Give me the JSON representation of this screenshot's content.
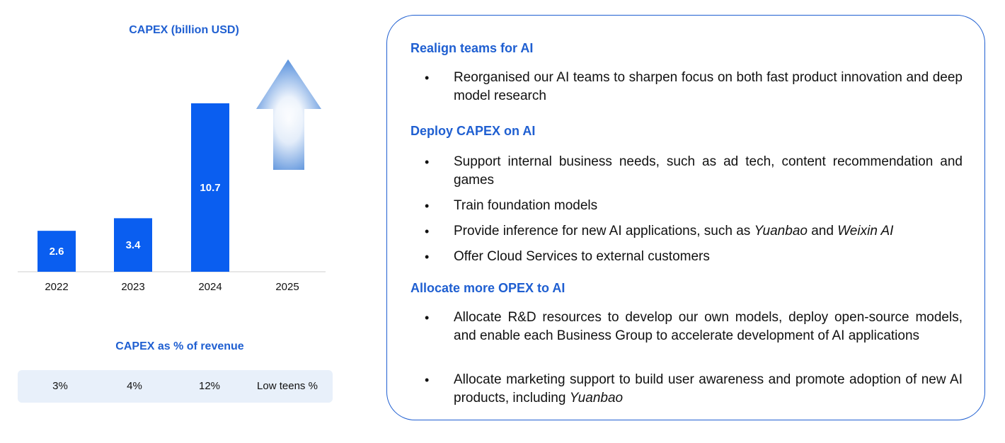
{
  "chart_data": {
    "type": "bar",
    "title": "CAPEX (billion USD)",
    "categories": [
      "2022",
      "2023",
      "2024",
      "2025"
    ],
    "values": [
      2.6,
      3.4,
      10.7,
      null
    ],
    "data_labels": [
      "2.6",
      "3.4",
      "10.7",
      ""
    ],
    "ylim": [
      0,
      11.2
    ],
    "bar_color": "#0a5ef0",
    "annotation": "up-arrow-icon over 2025 indicating increase"
  },
  "capex_pct": {
    "title": "CAPEX as % of revenue",
    "values": [
      "3%",
      "4%",
      "12%",
      "Low teens %"
    ]
  },
  "panel": {
    "sections": [
      {
        "heading": "Realign teams for AI",
        "bullets": [
          {
            "parts": [
              {
                "t": "Reorganised our AI teams to sharpen focus on both fast product innovation and deep model research"
              }
            ]
          }
        ]
      },
      {
        "heading": "Deploy CAPEX on AI",
        "bullets": [
          {
            "parts": [
              {
                "t": "Support internal business needs, such as ad tech, content recommendation and games"
              }
            ]
          },
          {
            "parts": [
              {
                "t": "Train foundation models"
              }
            ]
          },
          {
            "parts": [
              {
                "t": "Provide inference for new AI applications, such as "
              },
              {
                "t": "Yuanbao",
                "i": true
              },
              {
                "t": " and "
              },
              {
                "t": "Weixin AI",
                "i": true
              }
            ]
          },
          {
            "parts": [
              {
                "t": "Offer Cloud Services to external customers"
              }
            ]
          }
        ]
      },
      {
        "heading": "Allocate more OPEX to AI",
        "bullets": [
          {
            "parts": [
              {
                "t": "Allocate R&D resources to develop our own models, deploy open-source models, and enable each Business Group to accelerate development of AI applications"
              }
            ]
          },
          {
            "parts": [
              {
                "t": "Allocate marketing support to build user awareness and promote adoption of new AI products, including "
              },
              {
                "t": "Yuanbao",
                "i": true
              }
            ]
          }
        ]
      }
    ]
  },
  "colors": {
    "accent": "#1f5fd1",
    "bar": "#0a5ef0",
    "pct_row_bg": "#e8f0fa"
  }
}
